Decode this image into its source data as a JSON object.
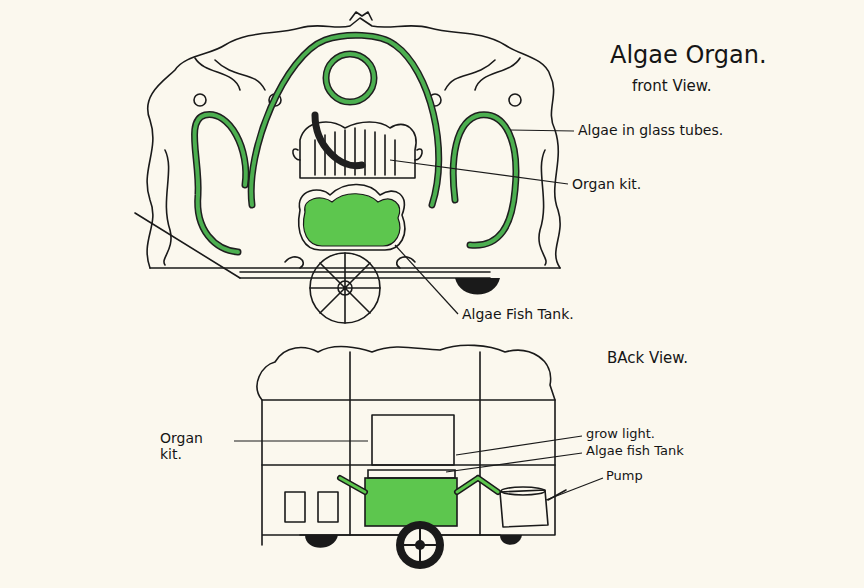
{
  "diagram": {
    "title": "Algae Organ.",
    "labels": [
      "front View.",
      "Algae in glass tubes.",
      "Organ kit.",
      "Algae Fish Tank.",
      "BAck View.",
      "Organ kit.",
      "grow light.",
      "Algae fish Tank",
      "Pump"
    ]
  }
}
